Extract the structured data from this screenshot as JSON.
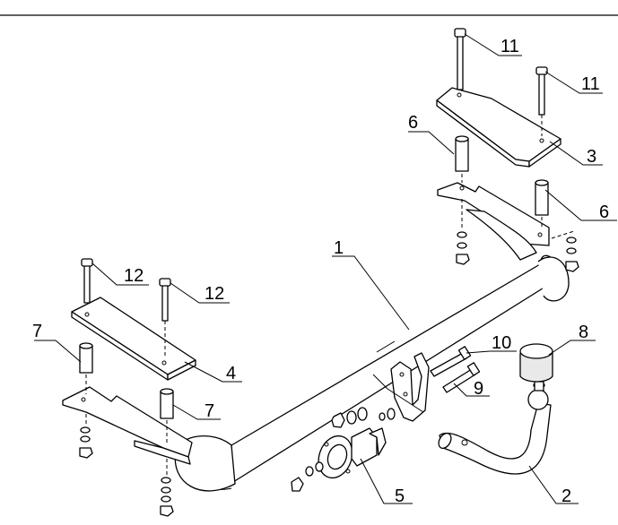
{
  "callouts": {
    "c1": "1",
    "c2": "2",
    "c3": "3",
    "c4": "4",
    "c5": "5",
    "c6a": "6",
    "c6b": "6",
    "c7a": "7",
    "c7b": "7",
    "c8": "8",
    "c9": "9",
    "c10": "10",
    "c11a": "11",
    "c11b": "11",
    "c12a": "12",
    "c12b": "12"
  }
}
